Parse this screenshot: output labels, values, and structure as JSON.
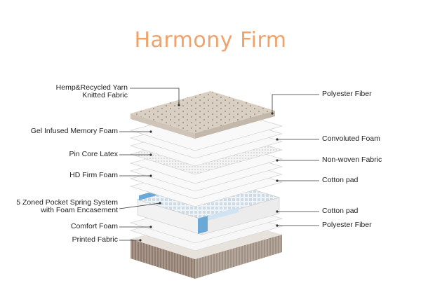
{
  "title": "Harmony Firm",
  "colors": {
    "title": "#f0a26b",
    "fabric": "#d9cfc3",
    "gel": "#6aa8d6",
    "base": "#9b8a78"
  },
  "labels_left": [
    {
      "id": "hemp",
      "text": "Hemp&Recycled Yarn\nKnitted Fabric"
    },
    {
      "id": "gel",
      "text": "Gel Infused Memory Foam"
    },
    {
      "id": "pin",
      "text": "Pin Core Latex"
    },
    {
      "id": "hd",
      "text": "HD Firm Foam"
    },
    {
      "id": "pocket",
      "text": "5 Zoned Pocket Spring System\nwith Foam Encasement"
    },
    {
      "id": "comfort",
      "text": "Comfort Foam"
    },
    {
      "id": "printed",
      "text": "Printed Fabric"
    }
  ],
  "labels_right": [
    {
      "id": "poly1",
      "text": "Polyester Fiber"
    },
    {
      "id": "convo",
      "text": "Convoluted Foam"
    },
    {
      "id": "nonwoven",
      "text": "Non-woven Fabric"
    },
    {
      "id": "cotton1",
      "text": "Cotton pad"
    },
    {
      "id": "cotton2",
      "text": "Cotton pad"
    },
    {
      "id": "poly2",
      "text": "Polyester Fiber"
    }
  ]
}
